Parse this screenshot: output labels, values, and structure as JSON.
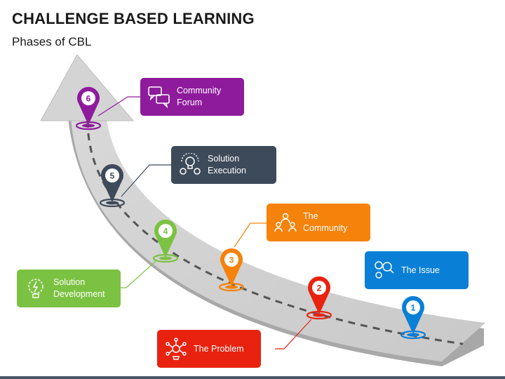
{
  "header": {
    "title": "CHALLENGE BASED LEARNING",
    "subtitle": "Phases of CBL"
  },
  "phases": [
    {
      "number": "1",
      "label_lines": [
        "The Issue"
      ],
      "color": "#0a7fd6",
      "icon": "gears-search-icon"
    },
    {
      "number": "2",
      "label_lines": [
        "The Problem"
      ],
      "color": "#e8220e",
      "icon": "brain-network-icon"
    },
    {
      "number": "3",
      "label_lines": [
        "The",
        "Community"
      ],
      "color": "#f5820a",
      "icon": "people-community-icon"
    },
    {
      "number": "4",
      "label_lines": [
        "Solution",
        "Development"
      ],
      "color": "#7cc242",
      "icon": "lightbulb-idea-icon"
    },
    {
      "number": "5",
      "label_lines": [
        "Solution",
        "Execution"
      ],
      "color": "#3d4a5a",
      "icon": "bulb-gears-icon"
    },
    {
      "number": "6",
      "label_lines": [
        "Community",
        "Forum"
      ],
      "color": "#8e1b9c",
      "icon": "chat-bubbles-icon"
    }
  ]
}
